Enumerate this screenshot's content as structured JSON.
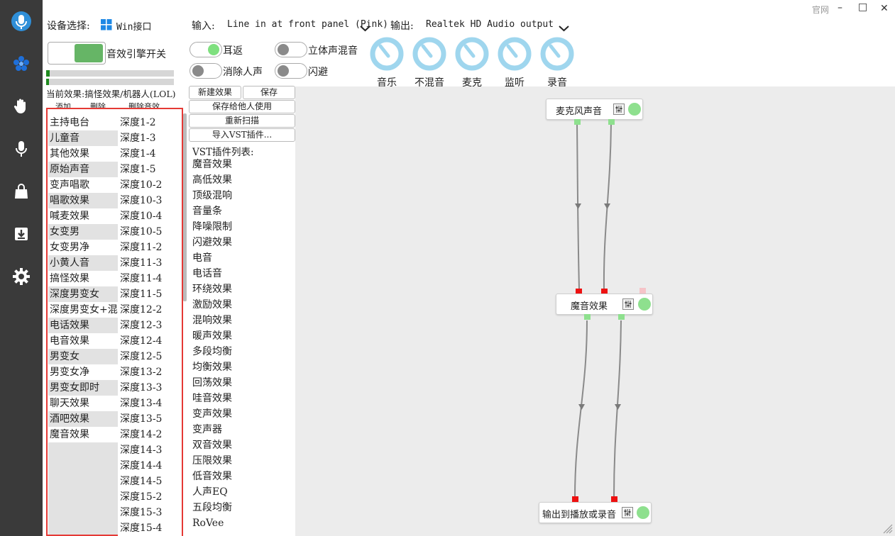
{
  "window": {
    "official_label": "官网",
    "minimize": "–",
    "maximize": "□",
    "close": "✕"
  },
  "sidebar": {
    "items": [
      {
        "name": "microphone-logo-icon"
      },
      {
        "name": "flower-icon"
      },
      {
        "name": "hand-icon"
      },
      {
        "name": "mic-icon"
      },
      {
        "name": "shop-bag-icon"
      },
      {
        "name": "download-icon"
      },
      {
        "name": "gear-icon"
      }
    ]
  },
  "device": {
    "label": "设备选择:",
    "value": "Win接口"
  },
  "input": {
    "label": "输入:",
    "value": "Line in at front panel (Pink)"
  },
  "output": {
    "label": "输出:",
    "value": "Realtek HD Audio output"
  },
  "engine": {
    "label": "音效引擎开关"
  },
  "toggles": {
    "monitor": {
      "label": "耳返",
      "on": true
    },
    "stereo_mix": {
      "label": "立体声混音",
      "on": false
    },
    "remove_vocal": {
      "label": "消除人声",
      "on": false
    },
    "dodge": {
      "label": "闪避",
      "on": false
    }
  },
  "knobs": [
    {
      "label": "音乐"
    },
    {
      "label": "不混音"
    },
    {
      "label": "麦克"
    },
    {
      "label": "监听"
    },
    {
      "label": "录音"
    }
  ],
  "meters": [
    0.03,
    0.02
  ],
  "current_effect": {
    "label": "当前效果:搞怪效果/机器人(LOL)"
  },
  "effect_actions": {
    "add": "添加",
    "delete": "删除",
    "delete_effect": "删除音效"
  },
  "effects_col1": [
    "主持电台",
    "儿童音",
    "其他效果",
    "原始声音",
    "变声唱歌",
    "唱歌效果",
    "喊麦效果",
    "女变男",
    "女变男净",
    "小黄人音",
    "搞怪效果",
    "深度男变女",
    "深度男变女+混响",
    "电话效果",
    "电音效果",
    "男变女",
    "男变女净",
    "男变女即时",
    "聊天效果",
    "酒吧效果",
    "魔音效果"
  ],
  "effects_col2": [
    "深度1-2",
    "深度1-3",
    "深度1-4",
    "深度1-5",
    "深度10-2",
    "深度10-3",
    "深度10-4",
    "深度10-5",
    "深度11-2",
    "深度11-3",
    "深度11-4",
    "深度11-5",
    "深度12-2",
    "深度12-3",
    "深度12-4",
    "深度12-5",
    "深度13-2",
    "深度13-3",
    "深度13-4",
    "深度13-5",
    "深度14-2",
    "深度14-3",
    "深度14-4",
    "深度14-5",
    "深度15-2",
    "深度15-3",
    "深度15-4"
  ],
  "buttons": {
    "new_effect": "新建效果",
    "save": "保存",
    "save_for_others": "保存给他人使用",
    "rescan": "重新扫描",
    "import_vst": "导入VST插件..."
  },
  "vst": {
    "title": "VST插件列表:",
    "items": [
      "魔音效果",
      "高低效果",
      "顶级混响",
      "音量条",
      "降噪限制",
      "闪避效果",
      "电音",
      "电话音",
      "环绕效果",
      "激励效果",
      "混响效果",
      "暖声效果",
      "多段均衡",
      "均衡效果",
      "回荡效果",
      "哇音效果",
      "变声效果",
      "变声器",
      "双音效果",
      "压限效果",
      "低音效果",
      "人声EQ",
      "五段均衡",
      "RoVee"
    ]
  },
  "nodes": {
    "mic": {
      "title": "麦克风声音"
    },
    "magic": {
      "title": "魔音效果"
    },
    "out": {
      "title": "输出到播放或录音"
    }
  },
  "colors": {
    "accent_green": "#7fe07f",
    "switch_green": "#66b566",
    "highlight_red": "#e53935",
    "port_red": "#ee1111"
  }
}
